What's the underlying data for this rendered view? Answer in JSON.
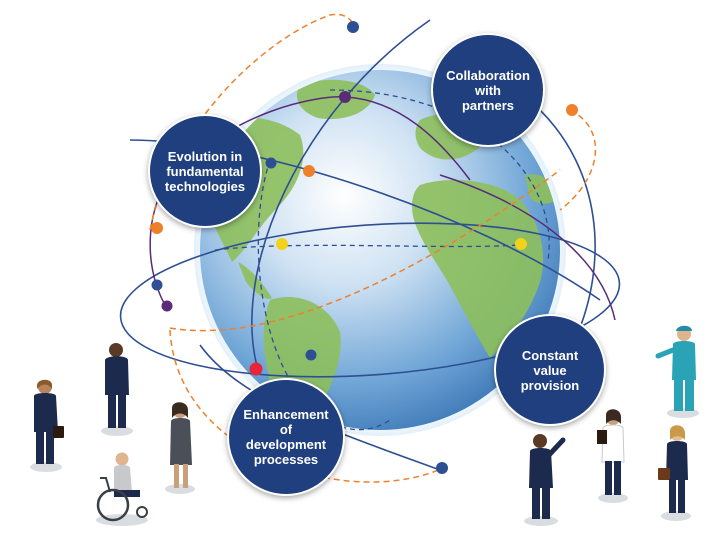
{
  "nodes": {
    "collaboration": "Collaboration\nwith\npartners",
    "evolution": "Evolution in\nfundamental\ntechnologies",
    "value": "Constant\nvalue\nprovision",
    "development": "Enhancement\nof\ndevelopment\nprocesses"
  },
  "colors": {
    "node_fill": "#1f3f7f",
    "orbit_solid": "#2e4f93",
    "orbit_purple": "#5a2c78",
    "orbit_orange": "#f07f2a",
    "dot_yellow": "#f4d11b",
    "dot_red": "#e8243a",
    "ocean": "#4f8ec9",
    "land": "#8dbf5c"
  },
  "icons": [
    "globe-icon",
    "person-icon",
    "wheelchair-user-icon"
  ]
}
